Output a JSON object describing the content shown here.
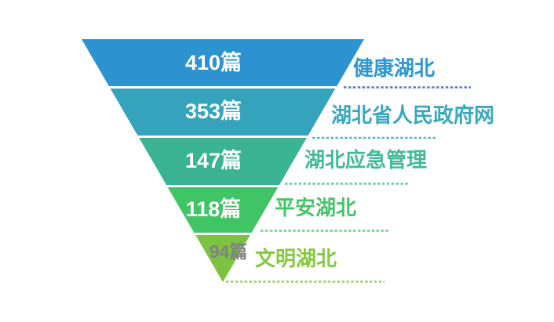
{
  "page": {
    "background": "#ffffff"
  },
  "chart_data": {
    "type": "funnel",
    "orientation": "inverted-pyramid",
    "title": "",
    "unit": "篇",
    "legend_position": "right",
    "items": [
      {
        "label": "健康湖北",
        "value": 410,
        "value_label": "410篇",
        "value_color": "#ffffff",
        "segment_color": "#2d92d0",
        "label_color": "#2e97d1",
        "dash_color": "#4f7dbe"
      },
      {
        "label": "湖北省人民政府网",
        "value": 353,
        "value_label": "353篇",
        "value_color": "#ffffff",
        "segment_color": "#36a3bc",
        "label_color": "#3aa8c0",
        "dash_color": "#57b6ce"
      },
      {
        "label": "湖北应急管理",
        "value": 147,
        "value_label": "147篇",
        "value_color": "#ffffff",
        "segment_color": "#3ab493",
        "label_color": "#41bb97",
        "dash_color": "#66c9ab"
      },
      {
        "label": "平安湖北",
        "value": 118,
        "value_label": "118篇",
        "value_color": "#ffffff",
        "segment_color": "#40c566",
        "label_color": "#43c568",
        "dash_color": "#70d188"
      },
      {
        "label": "文明湖北",
        "value": 94,
        "value_label": "94篇",
        "value_color": "#7f8184",
        "segment_color": "#7ec241",
        "label_color": "#84c93e",
        "dash_color": "#9ed06a"
      }
    ]
  }
}
